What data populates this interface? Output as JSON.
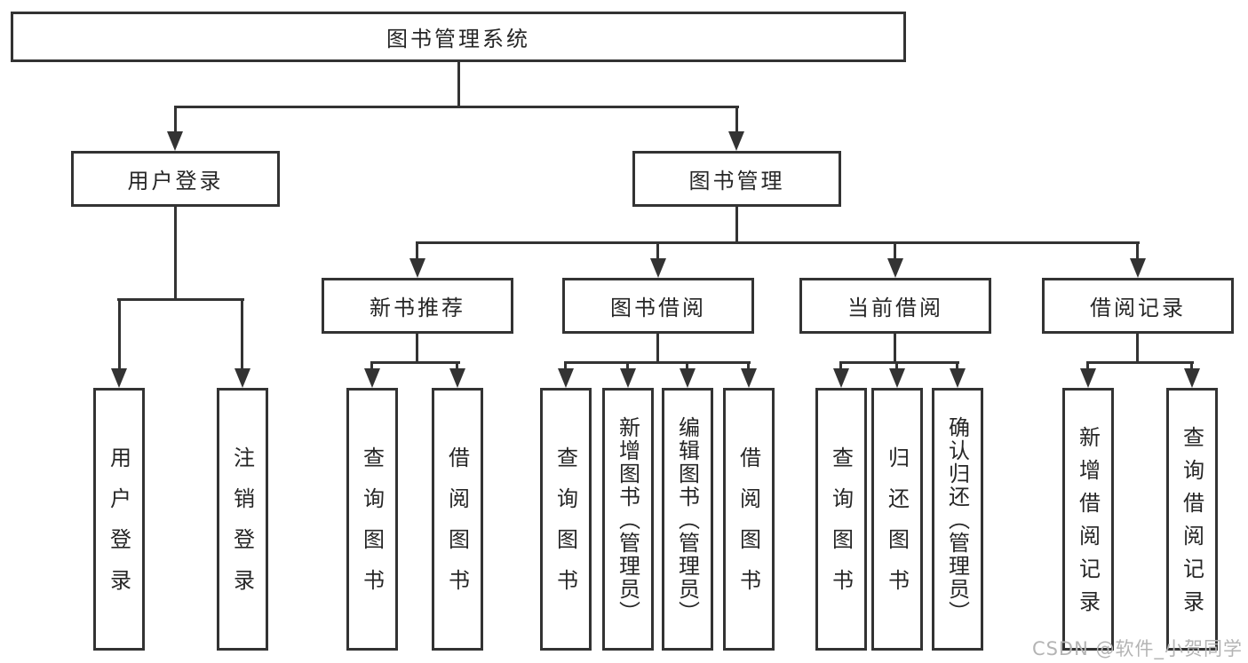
{
  "colors": {
    "line": "#333333",
    "text": "#262626",
    "bg": "#ffffff",
    "watermark": "#b4b4b4"
  },
  "diagram": {
    "root": {
      "label": "图书管理系统"
    },
    "branches": [
      {
        "label": "用户登录",
        "children": [
          {
            "label": "用户登录"
          },
          {
            "label": "注销登录"
          }
        ]
      },
      {
        "label": "图书管理",
        "children": [
          {
            "label": "新书推荐",
            "children": [
              {
                "label": "查询图书"
              },
              {
                "label": "借阅图书"
              }
            ]
          },
          {
            "label": "图书借阅",
            "children": [
              {
                "label": "查询图书"
              },
              {
                "label": "新增图书（管理员）"
              },
              {
                "label": "编辑图书（管理员）"
              },
              {
                "label": "借阅图书"
              }
            ]
          },
          {
            "label": "当前借阅",
            "children": [
              {
                "label": "查询图书"
              },
              {
                "label": "归还图书"
              },
              {
                "label": "确认归还（管理员）"
              }
            ]
          },
          {
            "label": "借阅记录",
            "children": [
              {
                "label": "新增借阅记录"
              },
              {
                "label": "查询借阅记录"
              }
            ]
          }
        ]
      }
    ]
  },
  "watermark": {
    "label": "CSDN @软件_小贺同学"
  }
}
